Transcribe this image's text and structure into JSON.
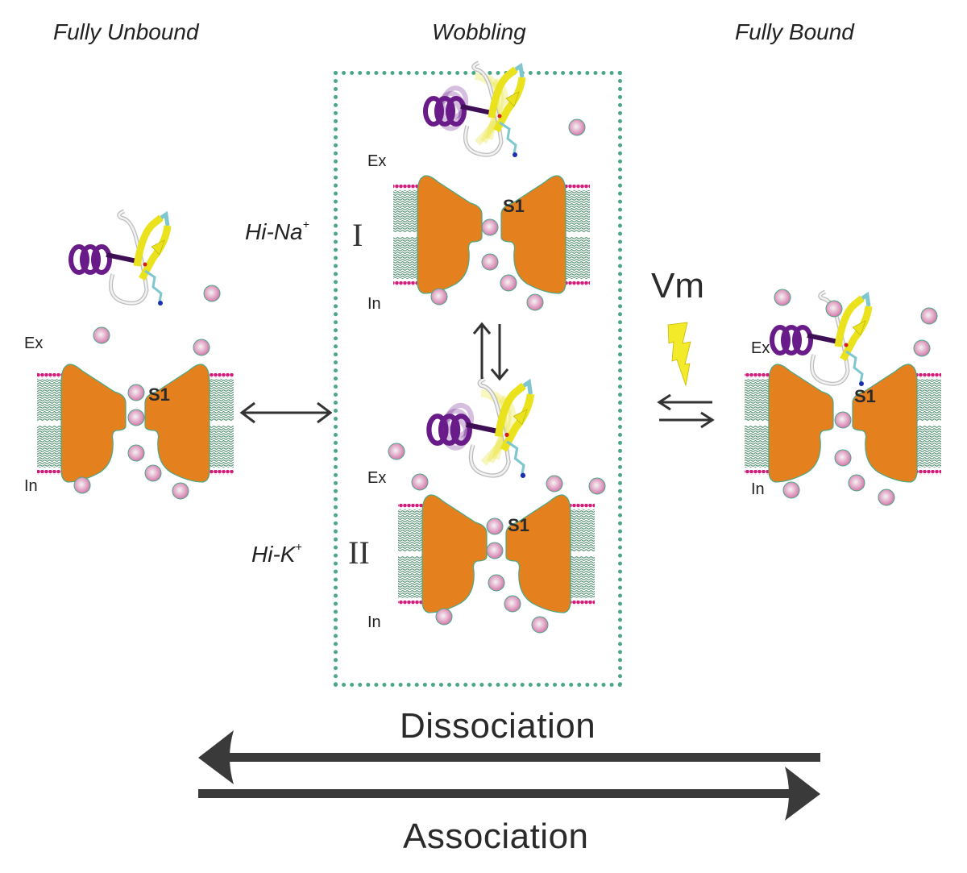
{
  "stages": {
    "unbound": {
      "title": "Fully Unbound",
      "ex_label": "Ex",
      "in_label": "In",
      "site_label": "S1"
    },
    "wobbling": {
      "title": "Wobbling",
      "state_I": {
        "roman": "I",
        "condition": "Hi-Na",
        "condition_sup": "+",
        "ex_label": "Ex",
        "in_label": "In",
        "site_label": "S1"
      },
      "state_II": {
        "roman": "II",
        "condition": "Hi-K",
        "condition_sup": "+",
        "ex_label": "Ex",
        "in_label": "In",
        "site_label": "S1"
      }
    },
    "bound": {
      "title": "Fully Bound",
      "ex_label": "Ex",
      "in_label": "In",
      "site_label": "S1"
    }
  },
  "voltage_label": "Vm",
  "process": {
    "dissociation": "Dissociation",
    "association": "Association"
  },
  "colors": {
    "channel": "#e5801f",
    "channel_outline": "#4aa886",
    "ion_fill": "#d67fb0",
    "ion_outline": "#4aa886",
    "lipid_head": "#d11e7b",
    "lipid_tail": "#2f7a55",
    "wobble_box": "#4aa886",
    "helix": "#6a1b8a",
    "strand": "#e9e21c",
    "coil": "#d9d9d9",
    "turn": "#7fc7cf",
    "bolt": "#f3ea2a",
    "arrow": "#333333"
  }
}
